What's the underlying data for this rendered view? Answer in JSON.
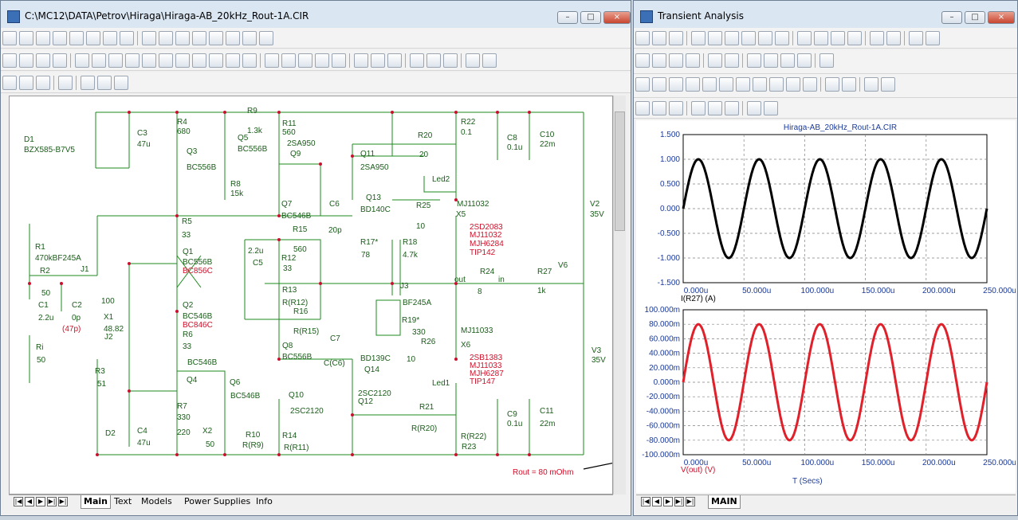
{
  "schematic_window": {
    "title": "C:\\MC12\\DATA\\Petrov\\Hiraga\\Hiraga-AB_20kHz_Rout-1A.CIR",
    "tabs": [
      "Main",
      "Text",
      "Models",
      "Power Supplies",
      "Info"
    ],
    "active_tab": "Main"
  },
  "transient_window": {
    "title": "Transient Analysis",
    "tabs": [
      "MAIN"
    ],
    "active_tab": "MAIN"
  },
  "schematic": {
    "labels": [
      {
        "t": "D1"
      },
      {
        "t": "BZX585-B7V5"
      },
      {
        "t": "C3"
      },
      {
        "t": "47u"
      },
      {
        "t": "R4"
      },
      {
        "t": "680"
      },
      {
        "t": "Q3"
      },
      {
        "t": "BC556B"
      },
      {
        "t": "Q5"
      },
      {
        "t": "BC556B"
      },
      {
        "t": "R9"
      },
      {
        "t": "1.3k"
      },
      {
        "t": "R11"
      },
      {
        "t": "560"
      },
      {
        "t": "2SA950"
      },
      {
        "t": "Q9"
      },
      {
        "t": "Q11"
      },
      {
        "t": "2SA950"
      },
      {
        "t": "R20"
      },
      {
        "t": "20"
      },
      {
        "t": "R22"
      },
      {
        "t": "0.1"
      },
      {
        "t": "C8"
      },
      {
        "t": "0.1u"
      },
      {
        "t": "C10"
      },
      {
        "t": "22m"
      },
      {
        "t": "Led2"
      },
      {
        "t": "R8"
      },
      {
        "t": "15k"
      },
      {
        "t": "Q13"
      },
      {
        "t": "BD140C"
      },
      {
        "t": "C6"
      },
      {
        "t": "20p"
      },
      {
        "t": "Q7"
      },
      {
        "t": "BC546B"
      },
      {
        "t": "R25"
      },
      {
        "t": "10"
      },
      {
        "t": "MJ11032"
      },
      {
        "t": "X5"
      },
      {
        "t": "V2"
      },
      {
        "t": "35V"
      },
      {
        "t": "R5"
      },
      {
        "t": "33"
      },
      {
        "t": "R15"
      },
      {
        "t": "560"
      },
      {
        "t": "R17*"
      },
      {
        "t": "78"
      },
      {
        "t": "R18"
      },
      {
        "t": "4.7k"
      },
      {
        "t": "2.2u"
      },
      {
        "t": "C5"
      },
      {
        "t": "R12"
      },
      {
        "t": "33"
      },
      {
        "t": "R1"
      },
      {
        "t": "470kBF245A"
      },
      {
        "t": "Q1"
      },
      {
        "t": "BC556B"
      },
      {
        "t": "R2"
      },
      {
        "t": "50"
      },
      {
        "t": "J1"
      },
      {
        "t": "R24"
      },
      {
        "t": "8"
      },
      {
        "t": "out"
      },
      {
        "t": "in"
      },
      {
        "t": "R27"
      },
      {
        "t": "1k"
      },
      {
        "t": "V6"
      },
      {
        "t": "R13"
      },
      {
        "t": "R(R12)"
      },
      {
        "t": "J3"
      },
      {
        "t": "BF245A"
      },
      {
        "t": "100"
      },
      {
        "t": "C1"
      },
      {
        "t": "2.2u"
      },
      {
        "t": "C2"
      },
      {
        "t": "0p"
      },
      {
        "t": "X1"
      },
      {
        "t": "48.82"
      },
      {
        "t": "Q2"
      },
      {
        "t": "BC546B"
      },
      {
        "t": "R16"
      },
      {
        "t": "R(R15)"
      },
      {
        "t": "R19*"
      },
      {
        "t": "330"
      },
      {
        "t": "MJ11033"
      },
      {
        "t": "X6"
      },
      {
        "t": "J2"
      },
      {
        "t": "Ri"
      },
      {
        "t": "50"
      },
      {
        "t": "R6"
      },
      {
        "t": "33"
      },
      {
        "t": "C7"
      },
      {
        "t": "R26"
      },
      {
        "t": "10"
      },
      {
        "t": "Q8"
      },
      {
        "t": "BC556B"
      },
      {
        "t": "C(C6)"
      },
      {
        "t": "BD139C"
      },
      {
        "t": "Q14"
      },
      {
        "t": "V3"
      },
      {
        "t": "35V"
      },
      {
        "t": "BC546B"
      },
      {
        "t": "R3"
      },
      {
        "t": "51"
      },
      {
        "t": "Q4"
      },
      {
        "t": "Led1"
      },
      {
        "t": "Q6"
      },
      {
        "t": "BC546B"
      },
      {
        "t": "Q10"
      },
      {
        "t": "2SC2120"
      },
      {
        "t": "2SC2120"
      },
      {
        "t": "Q12"
      },
      {
        "t": "R7"
      },
      {
        "t": "330"
      },
      {
        "t": "R21"
      },
      {
        "t": "R(R20)"
      },
      {
        "t": "C9"
      },
      {
        "t": "0.1u"
      },
      {
        "t": "C11"
      },
      {
        "t": "22m"
      },
      {
        "t": "D2"
      },
      {
        "t": "C4"
      },
      {
        "t": "47u"
      },
      {
        "t": "220"
      },
      {
        "t": "X2"
      },
      {
        "t": "50"
      },
      {
        "t": "R10"
      },
      {
        "t": "R(R9)"
      },
      {
        "t": "R14"
      },
      {
        "t": "R(R11)"
      },
      {
        "t": "R(R22)"
      },
      {
        "t": "R23"
      }
    ],
    "red_labels": [
      {
        "t": "BC856C"
      },
      {
        "t": "BC846C"
      },
      {
        "t": "(47p)"
      },
      {
        "t": "2SD2083"
      },
      {
        "t": "MJ11032"
      },
      {
        "t": "MJH6284"
      },
      {
        "t": "TIP142"
      },
      {
        "t": "2SB1383"
      },
      {
        "t": "MJ11033"
      },
      {
        "t": "MJH6287"
      },
      {
        "t": "TIP147"
      },
      {
        "t": "Rout = 80 mOhm"
      }
    ]
  },
  "plot": {
    "title": "Hiraga-AB_20kHz_Rout-1A.CIR",
    "top_yticks": [
      "1.500",
      "1.000",
      "0.500",
      "0.000",
      "-0.500",
      "-1.000",
      "-1.500"
    ],
    "bottom_yticks": [
      "100.000m",
      "80.000m",
      "60.000m",
      "40.000m",
      "20.000m",
      "0.000m",
      "-20.000m",
      "-40.000m",
      "-60.000m",
      "-80.000m",
      "-100.000m"
    ],
    "xticks": [
      "0.000u",
      "50.000u",
      "100.000u",
      "150.000u",
      "200.000u",
      "250.000u"
    ],
    "top_ylabel": "I(R27) (A)",
    "bottom_ylabel": "V(out) (V)",
    "xlabel": "T (Secs)",
    "colors": {
      "top": "#000000",
      "bottom": "#e0202a",
      "grid": "#808080"
    }
  },
  "chart_data": [
    {
      "type": "line",
      "title": "Hiraga-AB_20kHz_Rout-1A.CIR",
      "ylabel": "I(R27) (A)",
      "xlabel": "T (Secs)",
      "xlim": [
        0,
        250
      ],
      "ylim": [
        -1.5,
        1.5
      ],
      "series": [
        {
          "name": "I(R27)",
          "amplitude": 1.0,
          "frequency_khz": 20
        }
      ]
    },
    {
      "type": "line",
      "ylabel": "V(out) (V)",
      "xlabel": "T (Secs)",
      "xlim": [
        0,
        250
      ],
      "ylim": [
        -100,
        100
      ],
      "series": [
        {
          "name": "V(out)",
          "amplitude_mv": 80,
          "frequency_khz": 20
        }
      ]
    }
  ]
}
